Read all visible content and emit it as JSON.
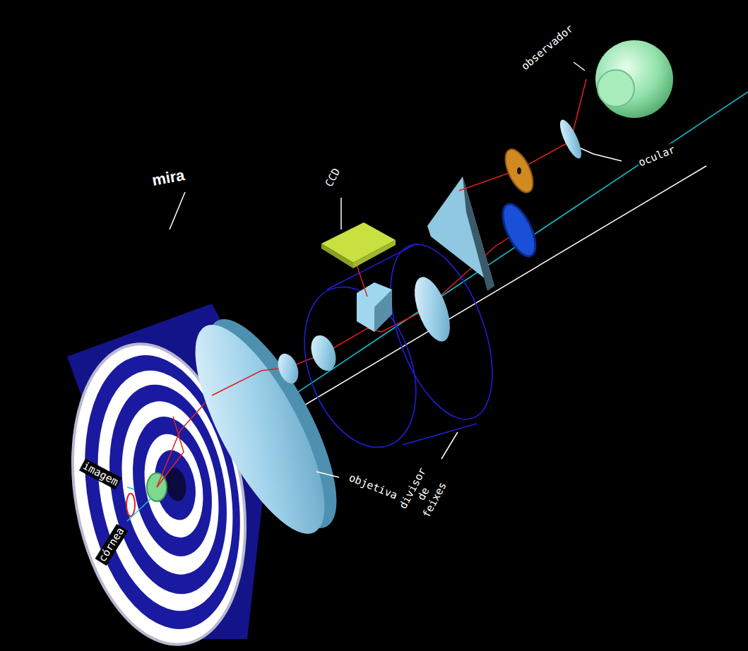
{
  "diagram": {
    "labels": [
      "observador",
      "ocular",
      "CCD",
      "mira",
      "imagem",
      "objetiva",
      "divisor de feixes",
      "córnea"
    ]
  }
}
